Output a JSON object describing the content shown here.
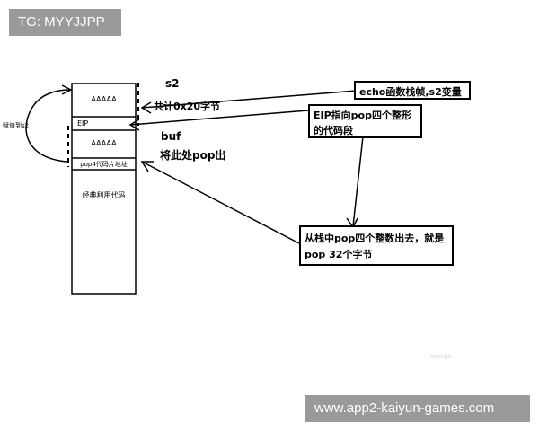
{
  "watermark_top": "TG: MYYJJPP",
  "watermark_bottom": "www.app2-kaiyun-games.com",
  "faint_watermark": "cnblogs",
  "stack": {
    "cell_aaaaa_top": "AAAAA",
    "cell_eip": "EIP",
    "cell_aaaaa_buf": "AAAAA",
    "cell_pop4": "pop4代码片地址",
    "cell_exploit": "经典利用代码"
  },
  "labels": {
    "s2": "s2",
    "size_note": "共计0x20字节",
    "buf": "buf",
    "pop_here": "将此处pop出",
    "assign_s2": "赋值到s2"
  },
  "callouts": {
    "echo_frame": "echo函数栈帧,s2变量",
    "eip_points_line1": "EIP指向pop四个整形",
    "eip_points_line2": "的代码段",
    "pop_stack_line1": "从栈中pop四个整数出去，就是",
    "pop_stack_line2": "pop 32个字节"
  }
}
